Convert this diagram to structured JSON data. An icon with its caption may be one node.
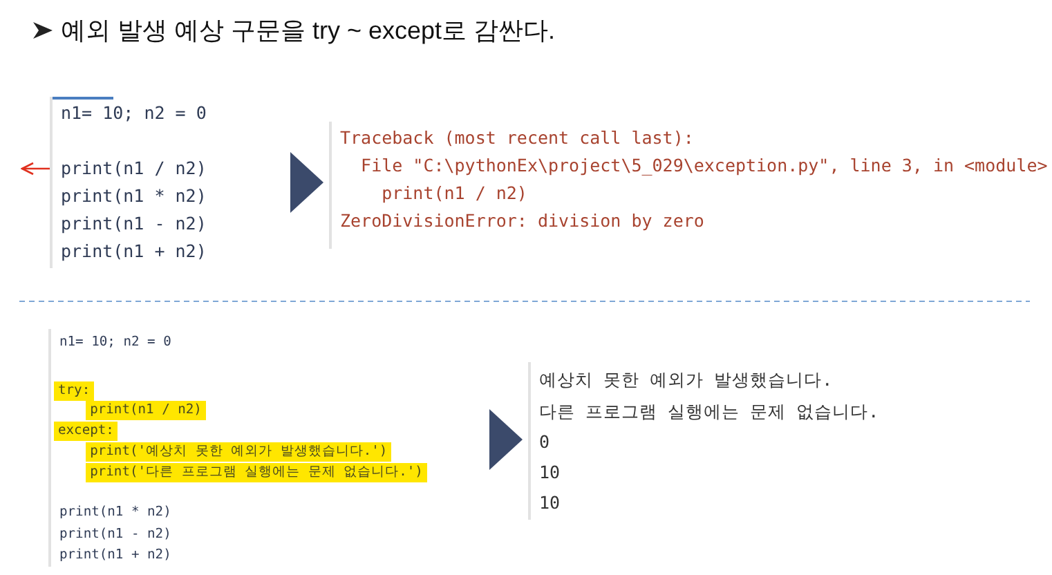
{
  "diagram": {
    "title": "예외 발생 예상 구문을 try ~ except로 감싼다.",
    "nodes": [
      {
        "text": [
          "n1= 10; n2 = 0",
          "print(n1 / n2)",
          "print(n1 * n2)",
          "print(n1 - n2)",
          "print(n1 + n2)"
        ]
      },
      {
        "text": [
          "Traceback (most recent call last):",
          "File \"C:\\pythonEx\\project\\5_029\\exception.py\", line 3, in <module>",
          "print(n1 / n2)",
          "ZeroDivisionError: division by zero"
        ]
      },
      {
        "text": [
          "n1= 10; n2 = 0",
          "try:",
          "print(n1 / n2)",
          "except:",
          "print('예상치 못한 예외가 발생했습니다.')",
          "print('다른 프로그램 실행에는 문제 없습니다.')",
          "print(n1 * n2)",
          "print(n1 - n2)",
          "print(n1 + n2)"
        ]
      },
      {
        "text": [
          "예상치 못한 예외가 발생했습니다.",
          "다른 프로그램 실행에는 문제 없습니다.",
          "0",
          "10",
          "10"
        ]
      }
    ],
    "edges": [
      {
        "from": 0,
        "to": null,
        "arrow": "to",
        "color": "#e0301e"
      },
      {
        "from": 0,
        "to": 1,
        "arrow": "to",
        "style": "thick"
      },
      {
        "from": 2,
        "to": 3,
        "arrow": "to",
        "style": "thick"
      }
    ]
  }
}
